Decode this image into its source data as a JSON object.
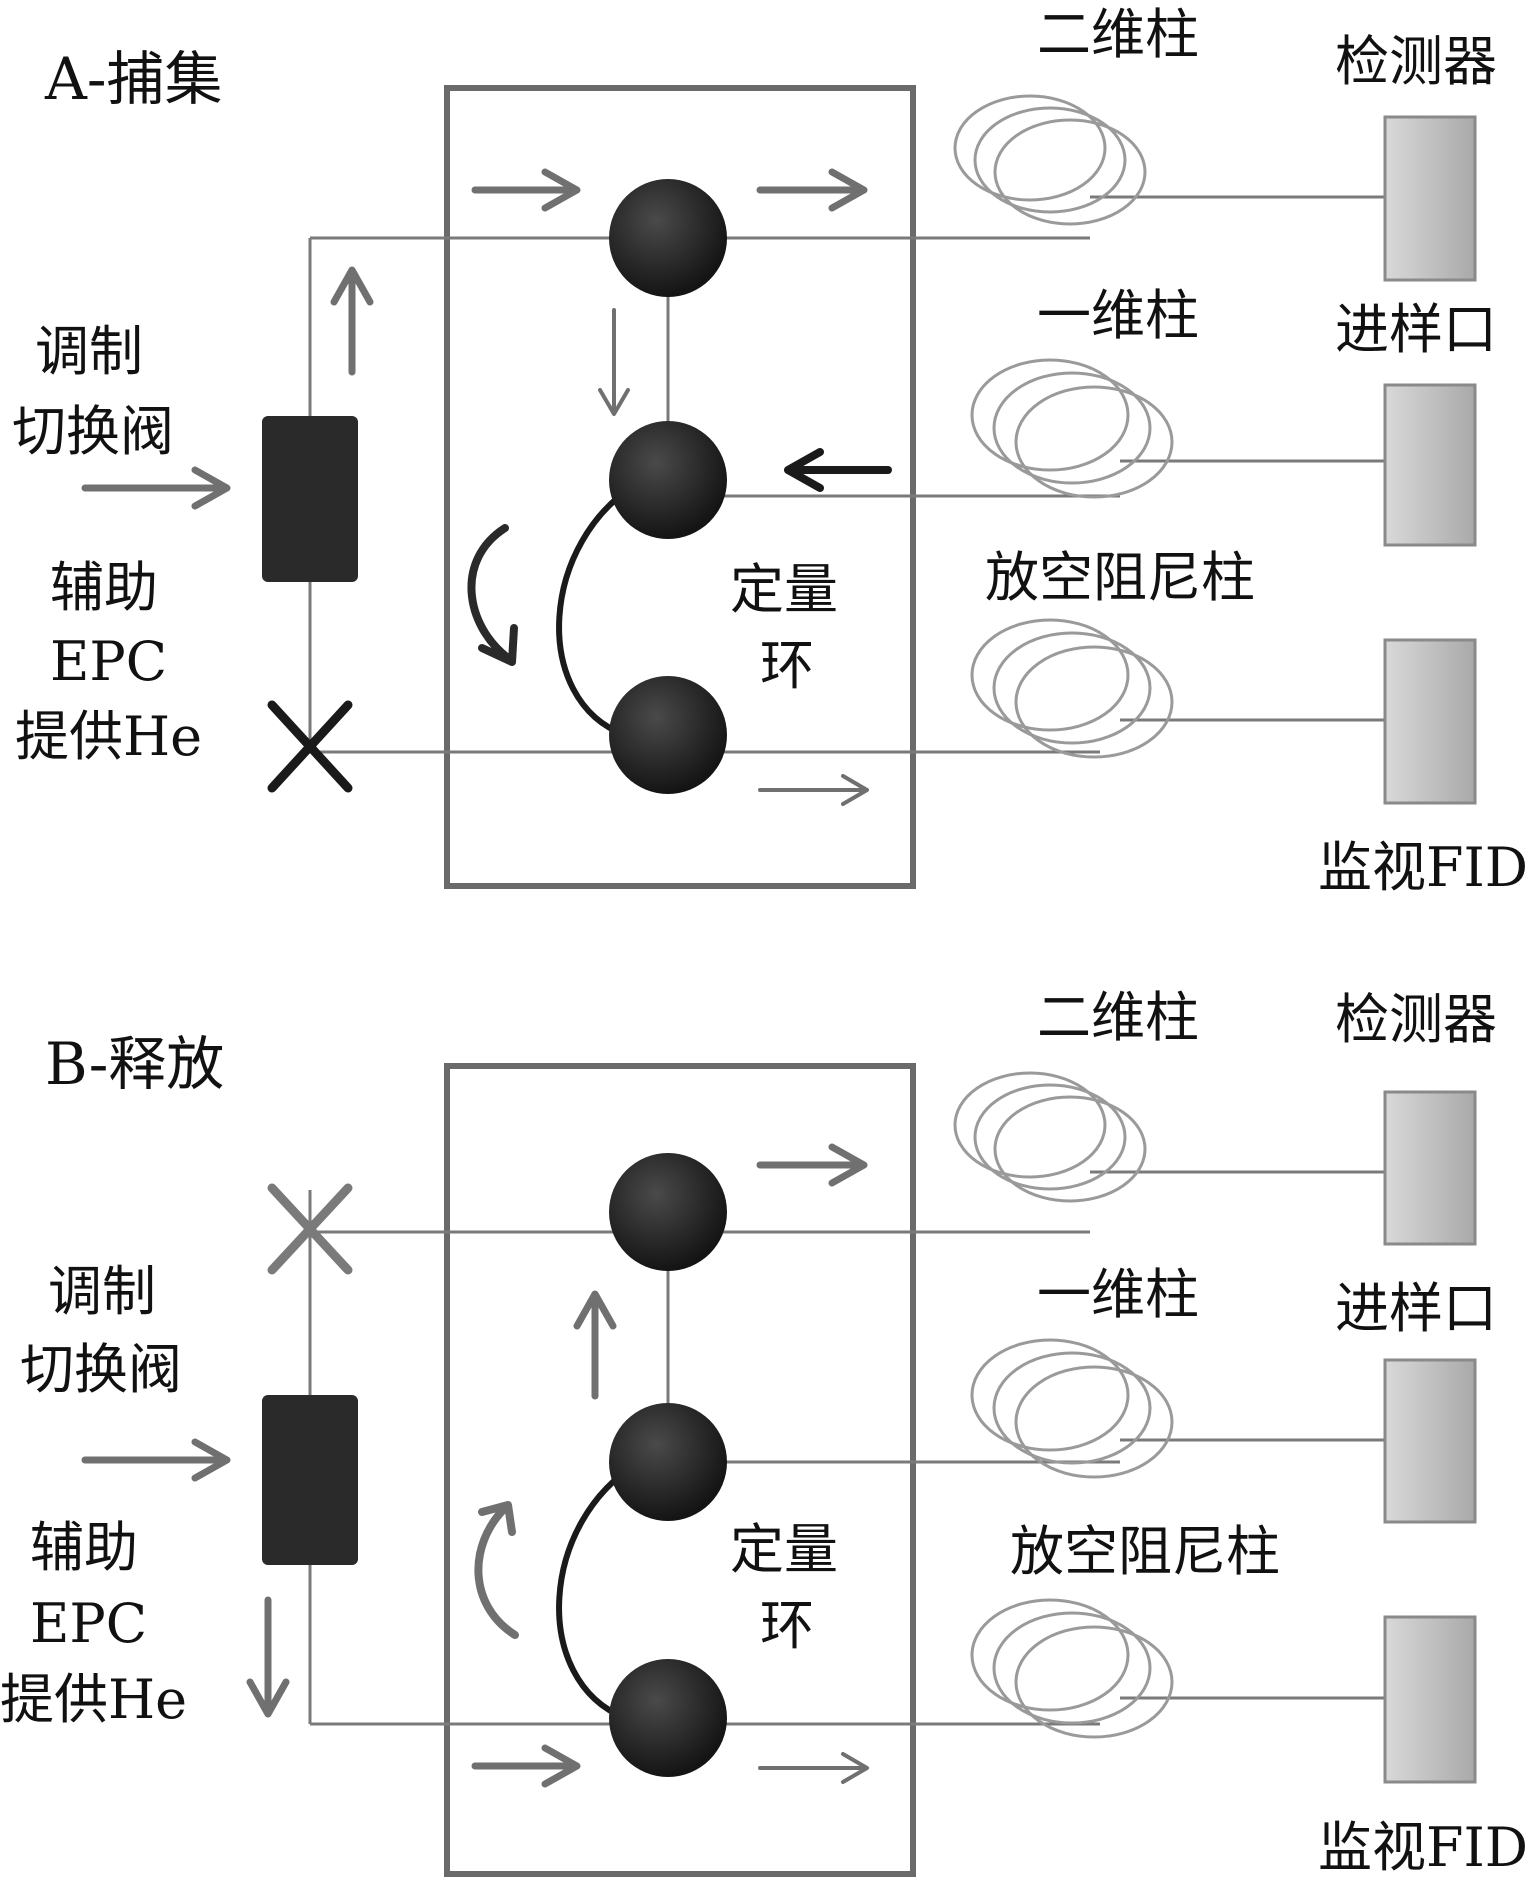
{
  "colors": {
    "line": "#7a7a7a",
    "arrow_gray": "#6e6e6e",
    "node": "#1f1f1f",
    "valve_box": "#2a2a2a",
    "detector_box": "#c8c8c8",
    "coil": "#9a9a9a",
    "text": "#111111"
  },
  "panels": [
    {
      "title": "A-捕集",
      "valve_label": [
        "调制",
        "切换阀"
      ],
      "aux_label": [
        "辅助",
        "EPC",
        "提供He"
      ],
      "loop_label": [
        "定量",
        "环"
      ],
      "column_2d": "二维柱",
      "column_1d": "一维柱",
      "vent_column": "放空阻尼柱",
      "detector": "检测器",
      "inlet": "进样口",
      "monitor": "监视FID"
    },
    {
      "title": "B-释放",
      "valve_label": [
        "调制",
        "切换阀"
      ],
      "aux_label": [
        "辅助",
        "EPC",
        "提供He"
      ],
      "loop_label": [
        "定量",
        "环"
      ],
      "column_2d": "二维柱",
      "column_1d": "一维柱",
      "vent_column": "放空阻尼柱",
      "detector": "检测器",
      "inlet": "进样口",
      "monitor": "监视FID"
    }
  ]
}
